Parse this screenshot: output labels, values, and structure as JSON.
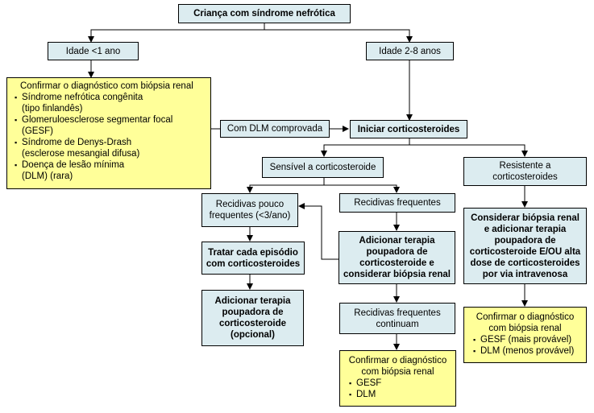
{
  "nodes": {
    "root": "Criança com síndrome nefrótica",
    "age_under1": "Idade <1 ano",
    "age_2_8": "Idade 2-8 anos",
    "confirm_biopsy": {
      "title": "Confirmar o diagnóstico com biópsia renal",
      "items": [
        "Síndrome nefrótica congênita",
        "(tipo finlandês)",
        "Glomeruloesclerose segmentar focal",
        "(GESF)",
        "Síndrome de Denys-Drash",
        "(esclerose mesangial difusa)",
        "Doença de lesão mínima",
        "(DLM) (rara)"
      ]
    },
    "dlm_confirmed": "Com DLM comprovada",
    "start_corticosteroids": "Iniciar corticosteroides",
    "sensitive": "Sensível a corticosteroide",
    "resistant": "Resistente a corticosteroides",
    "infrequent_relapses": "Recidivas pouco frequentes (<3/ano)",
    "frequent_relapses": "Recidivas frequentes",
    "treat_each": "Tratar cada episódio com corticosteroides",
    "add_sparing_biopsy": "Adicionar terapia poupadora de corticosteroide e considerar biópsia renal",
    "add_sparing_optional": "Adicionar terapia poupadora de corticosteroide (opcional)",
    "frequent_continue": "Recidivas frequentes continuam",
    "confirm_gesf_dlm": {
      "title": "Confirmar o diagnóstico com biópsia renal",
      "items": [
        "GESF",
        "DLM"
      ]
    },
    "consider_biopsy_iv": "Considerar biópsia renal e adicionar terapia poupadora de corticosteroide E/OU alta dose de corticosteroides por via intravenosa",
    "confirm_resistant": {
      "title": "Confirmar o diagnóstico com biópsia renal",
      "items": [
        "GESF (mais provável)",
        "DLM (menos provável)"
      ]
    }
  },
  "colors": {
    "teal": "#dcecf0",
    "yellow": "#ffff99",
    "line": "#000000"
  }
}
